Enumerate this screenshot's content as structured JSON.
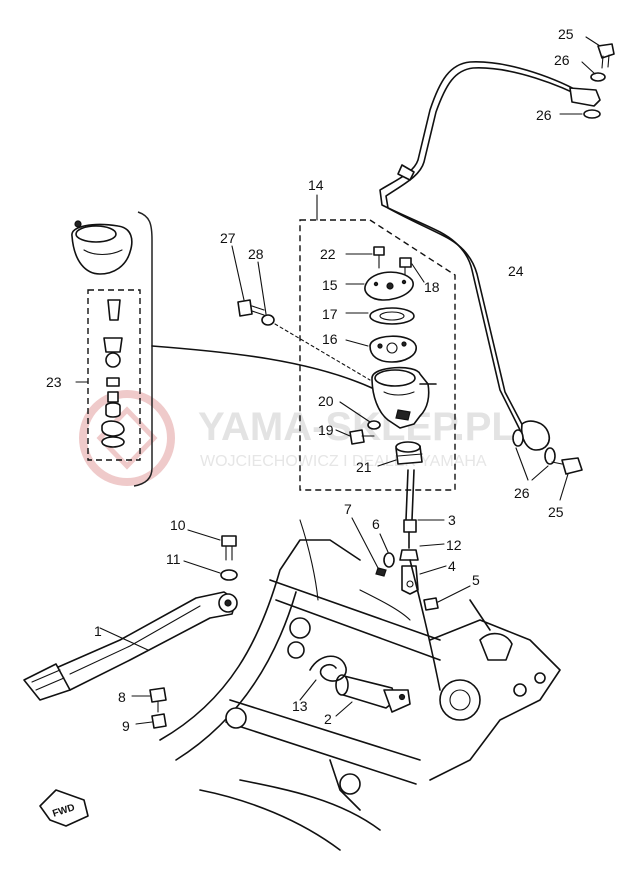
{
  "watermark": {
    "title": "YAMA-SKLEP.PL",
    "subtitle": "WOJCIECHOWICZ I DEALER YAMAHA",
    "color": "#e8b4b4"
  },
  "fwd_label": "FWD",
  "callouts": [
    {
      "id": "25a",
      "text": "25"
    },
    {
      "id": "26a",
      "text": "26"
    },
    {
      "id": "26b",
      "text": "26"
    },
    {
      "id": "14",
      "text": "14"
    },
    {
      "id": "27",
      "text": "27"
    },
    {
      "id": "28",
      "text": "28"
    },
    {
      "id": "22",
      "text": "22"
    },
    {
      "id": "15",
      "text": "15"
    },
    {
      "id": "18",
      "text": "18"
    },
    {
      "id": "17",
      "text": "17"
    },
    {
      "id": "16",
      "text": "16"
    },
    {
      "id": "24",
      "text": "24"
    },
    {
      "id": "23",
      "text": "23"
    },
    {
      "id": "20",
      "text": "20"
    },
    {
      "id": "19",
      "text": "19"
    },
    {
      "id": "21",
      "text": "21"
    },
    {
      "id": "26c",
      "text": "26"
    },
    {
      "id": "25b",
      "text": "25"
    },
    {
      "id": "7",
      "text": "7"
    },
    {
      "id": "6",
      "text": "6"
    },
    {
      "id": "3",
      "text": "3"
    },
    {
      "id": "12",
      "text": "12"
    },
    {
      "id": "10",
      "text": "10"
    },
    {
      "id": "11",
      "text": "11"
    },
    {
      "id": "4",
      "text": "4"
    },
    {
      "id": "5",
      "text": "5"
    },
    {
      "id": "1",
      "text": "1"
    },
    {
      "id": "13",
      "text": "13"
    },
    {
      "id": "2",
      "text": "2"
    },
    {
      "id": "8",
      "text": "8"
    },
    {
      "id": "9",
      "text": "9"
    }
  ]
}
